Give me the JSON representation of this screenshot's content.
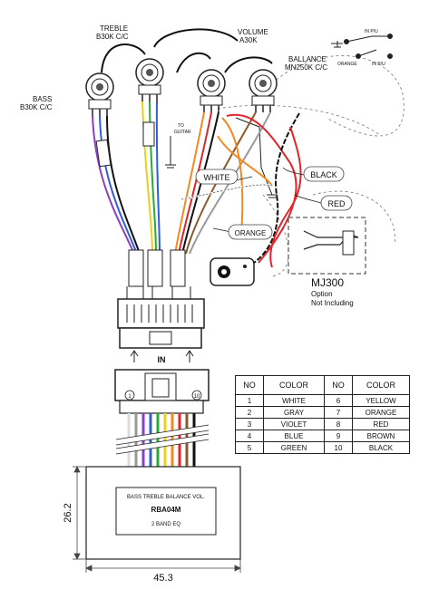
{
  "pots": {
    "treble": [
      "TREBLE",
      "B30K C/C"
    ],
    "volume": [
      "VOLUME",
      "A30K"
    ],
    "balance": [
      "BALLANCE",
      "MN250K C/C"
    ],
    "bass": [
      "BASS",
      "B30K C/C"
    ]
  },
  "switch_labels": {
    "in_pu_top": "IN P/U",
    "orange": "ORANGE",
    "in_pu_bottom": "IN P/U"
  },
  "to_guitar": [
    "TO",
    "GUITAR"
  ],
  "wire_labels": {
    "white": "WHITE",
    "black": "BLACK",
    "red": "RED",
    "orange": "ORANGE"
  },
  "jack": {
    "name": "MJ300",
    "note1": "Option",
    "note2": "Not Including"
  },
  "connector": {
    "in_label": "IN",
    "pin_first": "1",
    "pin_last": "10"
  },
  "module": {
    "line1": "BASS TREBLE BALANCE VOL.",
    "model": "RBA04M",
    "line3": "2 BAND EQ"
  },
  "dimensions": {
    "height": "26.2",
    "width": "45.3"
  },
  "pin_table": {
    "headers": [
      "NO",
      "COLOR",
      "NO",
      "COLOR"
    ],
    "rows": [
      [
        "1",
        "WHITE",
        "6",
        "YELLOW"
      ],
      [
        "2",
        "GRAY",
        "7",
        "ORANGE"
      ],
      [
        "3",
        "VIOLET",
        "8",
        "RED"
      ],
      [
        "4",
        "BLUE",
        "9",
        "BROWN"
      ],
      [
        "5",
        "GREEN",
        "10",
        "BLACK"
      ]
    ]
  },
  "wire_colors": {
    "white": "#f4f4f4",
    "gray": "#9a9a9a",
    "violet": "#8a3fc8",
    "blue": "#2f5fd0",
    "green": "#2fa83a",
    "yellow": "#e8d21a",
    "orange": "#f08a24",
    "red": "#e0262a",
    "brown": "#8a5a2b",
    "black": "#111111"
  }
}
